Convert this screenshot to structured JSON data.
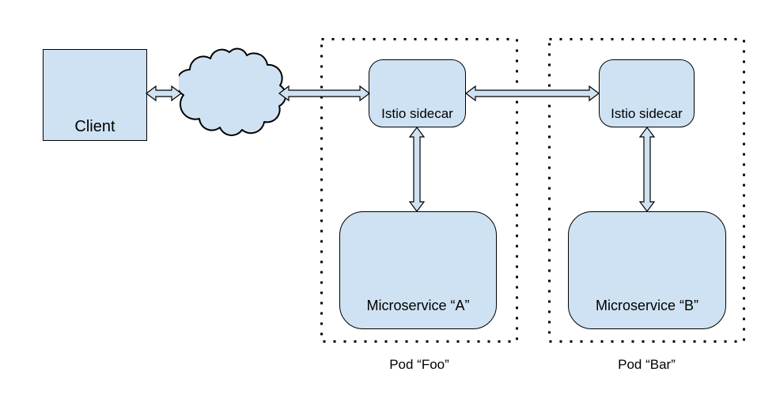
{
  "diagram": {
    "nodes": {
      "client": {
        "label": "Client"
      },
      "cloud": {
        "name": "internet-cloud"
      },
      "sidecar_a": {
        "label": "Istio sidecar"
      },
      "sidecar_b": {
        "label": "Istio sidecar"
      },
      "microservice_a": {
        "label": "Microservice “A”"
      },
      "microservice_b": {
        "label": "Microservice “B”"
      }
    },
    "pods": [
      {
        "label": "Pod “Foo”"
      },
      {
        "label": "Pod “Bar”"
      }
    ],
    "connections": [
      {
        "from": "client",
        "to": "cloud",
        "style": "double-arrow"
      },
      {
        "from": "cloud",
        "to": "sidecar_a",
        "style": "double-arrow"
      },
      {
        "from": "sidecar_a",
        "to": "sidecar_b",
        "style": "double-arrow"
      },
      {
        "from": "sidecar_a",
        "to": "microservice_a",
        "style": "double-arrow"
      },
      {
        "from": "sidecar_b",
        "to": "microservice_b",
        "style": "double-arrow"
      }
    ],
    "colors": {
      "shape_fill": "#cfe2f3",
      "shape_stroke": "#000000",
      "text": "#000000",
      "background": "#ffffff"
    }
  }
}
